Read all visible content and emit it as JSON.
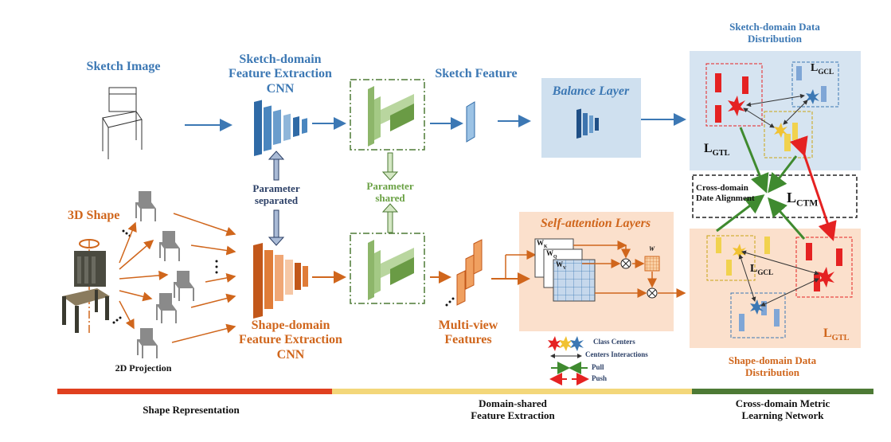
{
  "titles": {
    "sketch_image": "Sketch Image",
    "sketch_cnn": [
      "Sketch-domain",
      "Feature Extraction",
      "CNN"
    ],
    "sketch_feature": "Sketch Feature",
    "balance_layer": "Balance Layer",
    "sketch_dist": [
      "Sketch-domain Data",
      "Distribution"
    ],
    "param_separated": [
      "Parameter",
      "separated"
    ],
    "param_shared": [
      "Parameter",
      "shared"
    ],
    "shape_3d": "3D Shape",
    "projection_2d": "2D Projection",
    "shape_cnn": [
      "Shape-domain",
      "Feature Extraction",
      "CNN"
    ],
    "multi_view": [
      "Multi-view",
      "Features"
    ],
    "self_attention": "Self-attention Layers",
    "cross_domain_align": [
      "Cross-domain",
      "Date Alignment"
    ],
    "shape_dist": [
      "Shape-domain Data",
      "Distribution"
    ]
  },
  "attention_labels": {
    "wk": "W",
    "wk_sub": "K",
    "wq": "W",
    "wq_sub": "Q",
    "wv": "W",
    "wv_sub": "V",
    "w": "W"
  },
  "losses": {
    "gcl_top": "L",
    "gcl_top_sub": "GCL",
    "gtl_top": "L",
    "gtl_top_sub": "GTL",
    "ctm": "L",
    "ctm_sub": "CTM",
    "gcl_bottom": "L",
    "gcl_bottom_sub": "GCL",
    "gtl_bottom": "L",
    "gtl_bottom_sub": "GTL"
  },
  "legend": {
    "class_centers": "Class Centers",
    "centers_interactions": "Centers Interactions",
    "pull": "Pull",
    "push": "Push"
  },
  "stages": [
    {
      "label": [
        "Shape Representation"
      ],
      "color": "#e0401f"
    },
    {
      "label": [
        "Domain-shared",
        "Feature Extraction"
      ],
      "color": "#f3d77a"
    },
    {
      "label": [
        "Cross-domain Metric",
        "Learning Network"
      ],
      "color": "#4d7a35"
    }
  ],
  "colors": {
    "sketch": "#3c78b4",
    "shape": "#d0661c",
    "shared": "#6aa144",
    "pull": "#3f8a2f",
    "push": "#e52222"
  }
}
